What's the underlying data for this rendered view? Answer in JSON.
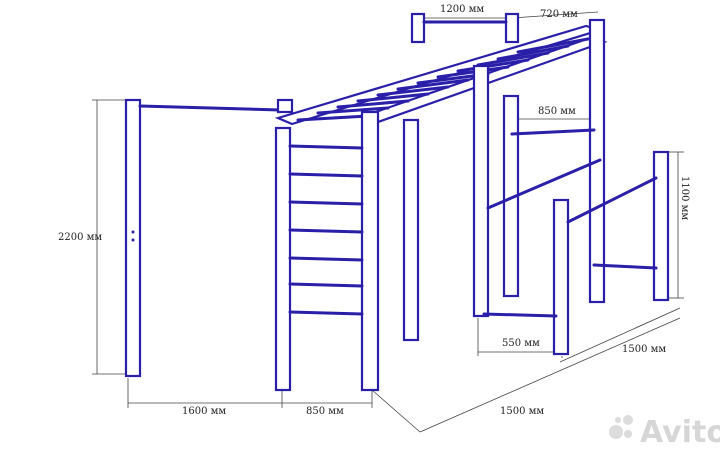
{
  "dimensions": {
    "top_width": "1200 мм",
    "top_depth": "720 мм",
    "bar_offset": "850 мм",
    "total_height": "2200 мм",
    "parallel_height": "1100 мм",
    "span_left": "1600 мм",
    "span_ladder": "850 мм",
    "parallel_width": "550 мм",
    "depth_right": "1500 мм",
    "depth_front": "1500 мм"
  },
  "watermark": {
    "logo_text": "Avito",
    "icon": "avito-logo-icon"
  },
  "colors": {
    "frame": "#2a1fa8",
    "dimension": "#444444"
  }
}
